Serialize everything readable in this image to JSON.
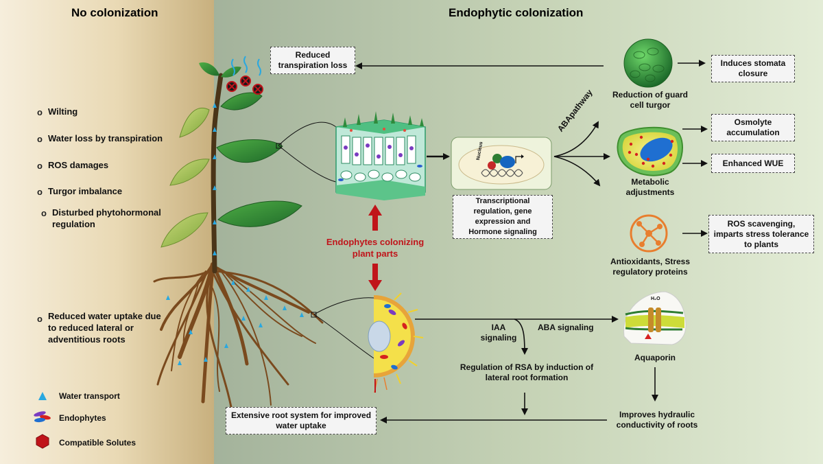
{
  "headers": {
    "left": "No colonization",
    "right": "Endophytic colonization"
  },
  "left_effects": [
    "Wilting",
    "Water loss by transpiration",
    "ROS damages",
    "Turgor imbalance",
    "Disturbed phytohormonal regulation",
    "Reduced water uptake due to reduced lateral or adventitious roots"
  ],
  "bullet_symbol": "o",
  "boxes": {
    "reduced_transpiration": "Reduced transpiration loss",
    "stomata_closure": "Induces stomata closure",
    "osmolyte": "Osmolyte accumulation",
    "wue": "Enhanced WUE",
    "ros_scavenging": "ROS scavenging, imparts stress tolerance to plants",
    "transcriptional": "Transcriptional regulation, gene expression and Hormone signaling",
    "root_system": "Extensive root system for improved water uptake"
  },
  "labels": {
    "guard_cell": "Reduction of guard cell turgor",
    "metabolic": "Metabolic adjustments",
    "antioxidants": "Antioxidants, Stress regulatory proteins",
    "aba_pathway": "ABApathway",
    "endophytes_colonizing": "Endophytes colonizing plant parts",
    "iaa_signaling": "IAA signaling",
    "aba_signaling": "ABA signaling",
    "aquaporin": "Aquaporin",
    "rsa": "Regulation of RSA by induction of lateral root formation",
    "hydraulic": "Improves hydraulic conductivity of roots",
    "nucleus": "Nucleus",
    "h2o": "H₂O"
  },
  "legend": [
    {
      "icon": "water-transport-icon",
      "label": "Water transport"
    },
    {
      "icon": "endophytes-icon",
      "label": "Endophytes"
    },
    {
      "icon": "compatible-solutes-icon",
      "label": "Compatible Solutes"
    }
  ],
  "colors": {
    "arrow": "#111111",
    "red_arrow": "#c0141a",
    "leaf": "#2f8b3c",
    "stem": "#4a3418",
    "water": "#29a8e0",
    "orange": "#e87e2e"
  }
}
